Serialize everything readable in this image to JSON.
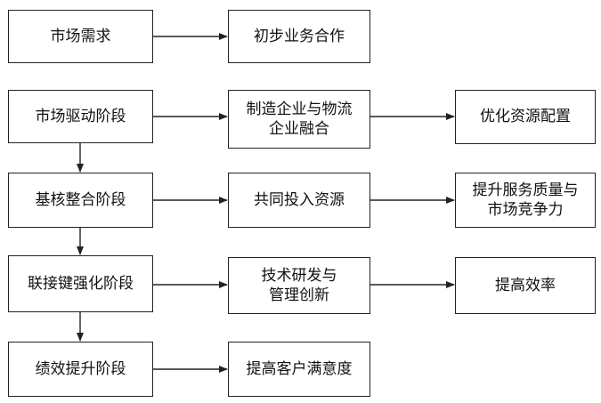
{
  "diagram": {
    "stages": {
      "market_demand": "市场需求",
      "market_driven": "市场驱动阶段",
      "base_integration": "基核整合阶段",
      "link_strengthening": "联接键强化阶段",
      "performance_improvement": "绩效提升阶段"
    },
    "outcomes": {
      "initial_cooperation": "初步业务合作",
      "manufacturing_logistics_fusion": "制造企业与物流\n企业融合",
      "optimize_resources": "优化资源配置",
      "joint_investment": "共同投入资源",
      "improve_service_quality": "提升服务质量与\n市场竞争力",
      "tech_innovation": "技术研发与\n管理创新",
      "improve_efficiency": "提高效率",
      "improve_satisfaction": "提高客户满意度"
    }
  }
}
